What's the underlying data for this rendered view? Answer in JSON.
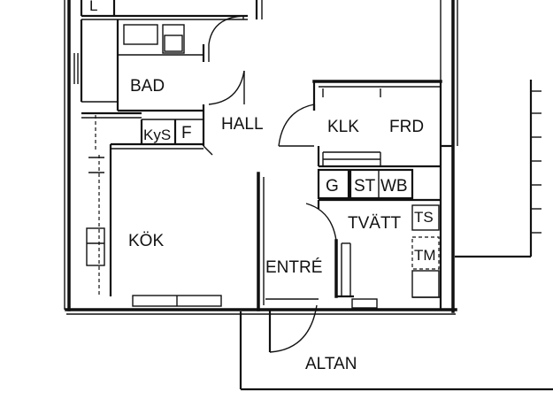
{
  "rooms": {
    "bad": "BAD",
    "hall": "HALL",
    "klk": "KLK",
    "frd": "FRD",
    "kys": "KyS",
    "f": "F",
    "g": "G",
    "st": "ST",
    "wb": "WB",
    "tvatt": "TVÄTT",
    "ts": "TS",
    "tm": "TM",
    "kok": "KÖK",
    "entre": "ENTRÉ",
    "altan": "ALTAN",
    "top_l": "L"
  }
}
